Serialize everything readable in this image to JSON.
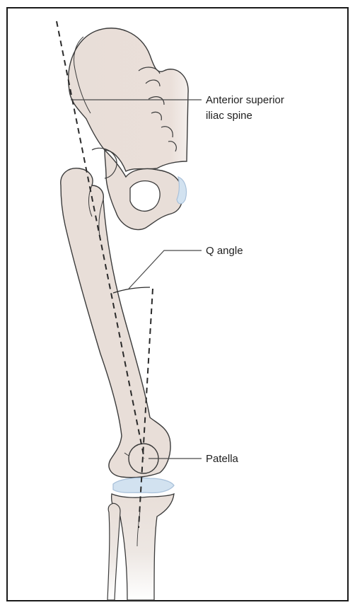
{
  "labels": {
    "asis_line1": "Anterior superior",
    "asis_line2": "iliac spine",
    "q_angle": "Q angle",
    "patella": "Patella"
  },
  "colors": {
    "bone_fill": "#e8ded8",
    "bone_shadow": "#d5c4bb",
    "cartilage_fill": "#d2e2f0",
    "cartilage_stroke": "#a9c1da",
    "outline": "#3b3b3b",
    "leader_line": "#4a4a4a",
    "frame_border": "#1a1a1a"
  }
}
